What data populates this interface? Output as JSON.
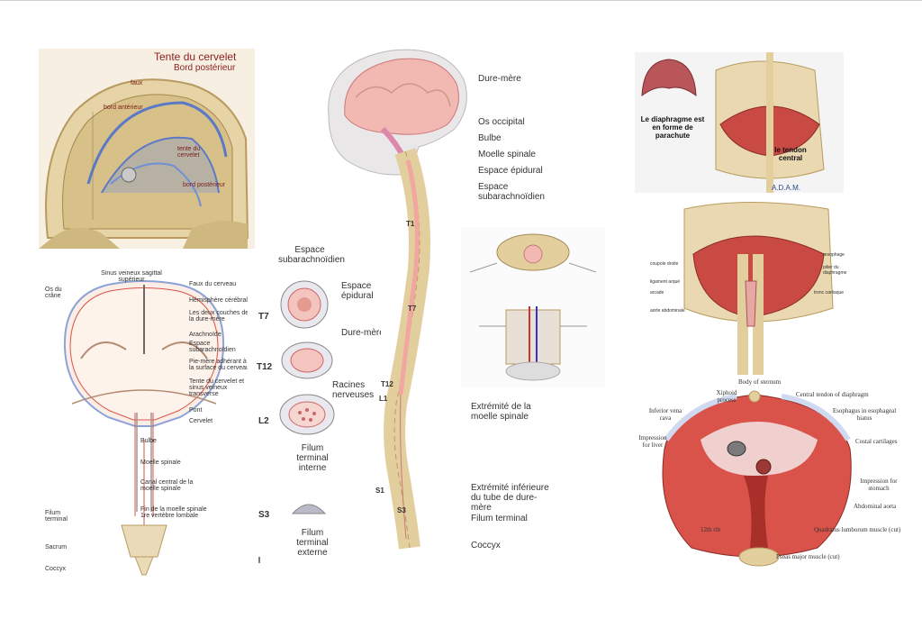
{
  "cerebellum_tent": {
    "title": "Tente du cervelet",
    "subtitle": "Bord postérieur",
    "labels": [
      "faux",
      "bord antérieur",
      "tente du cervelet",
      "bord postérieur"
    ]
  },
  "brain_section": {
    "labels_left": [
      "Os du crâne",
      "Filum terminal",
      "Sacrum",
      "Coccyx"
    ],
    "label_top": "Sinus veineux sagittal supérieur",
    "labels_right": [
      "Faux du cerveau",
      "Hémisphère cérébral",
      "Les deux couches de la dure-mère",
      "Arachnoïde",
      "Espace subarachnoïdien",
      "Pie-mère adhérant à la surface du cerveau",
      "Tente du cervelet et sinus veineux transverse",
      "Pont",
      "Cervelet",
      "Bulbe",
      "Moelle spinale",
      "Canal central de la moelle spinale",
      "Fin de la moelle spinale 1re vertèbre lombale"
    ]
  },
  "cross_sections": {
    "levels": [
      "T7",
      "T12",
      "L2",
      "S3"
    ],
    "labels": [
      "Espace subarachnoïdien",
      "Espace épidural",
      "Dure-mère",
      "Racines nerveuses",
      "Filum terminal interne",
      "Filum terminal externe"
    ]
  },
  "spine_sagittal": {
    "labels": [
      "Dure-mère",
      "Os occipital",
      "Bulbe",
      "Moelle spinale",
      "Espace épidural",
      "Espace subarachnoïdien",
      "Extrémité de la moelle spinale",
      "Extrémité inférieure du tube de dure-mère",
      "Filum terminal",
      "Coccyx"
    ],
    "vertebra_marks": [
      "T1",
      "T7",
      "T12",
      "L1",
      "S1",
      "S3"
    ]
  },
  "diaphragm_top": {
    "labels": [
      "Le diaphragme est en forme de parachute",
      "le tendon central"
    ],
    "logo": "A.D.A.M."
  },
  "diaphragm_front": {
    "labels_left": [
      "coupole droite",
      "ligament arqué",
      "arcade",
      "aorte abdominale"
    ],
    "labels_right": [
      "œsophage",
      "pilier du diaphragme",
      "tronc cœliaque"
    ]
  },
  "diaphragm_bottom": {
    "labels": [
      "Body of sternum",
      "Xiphoid process",
      "Central tendon of diaphragm",
      "Inferior vena cava",
      "Esophagus in esophageal hiatus",
      "Impression for liver",
      "Costal cartilages",
      "Impression for stomach",
      "Abdominal aorta",
      "12th rib",
      "Quadratus lumborum muscle (cut)",
      "Psoas major muscle (cut)"
    ]
  },
  "colors": {
    "bone": "#e3cf9e",
    "brain": "#f2b8b2",
    "muscle": "#d9534a",
    "dura": "#d9534a",
    "membrane_blue": "#5b79c7"
  }
}
